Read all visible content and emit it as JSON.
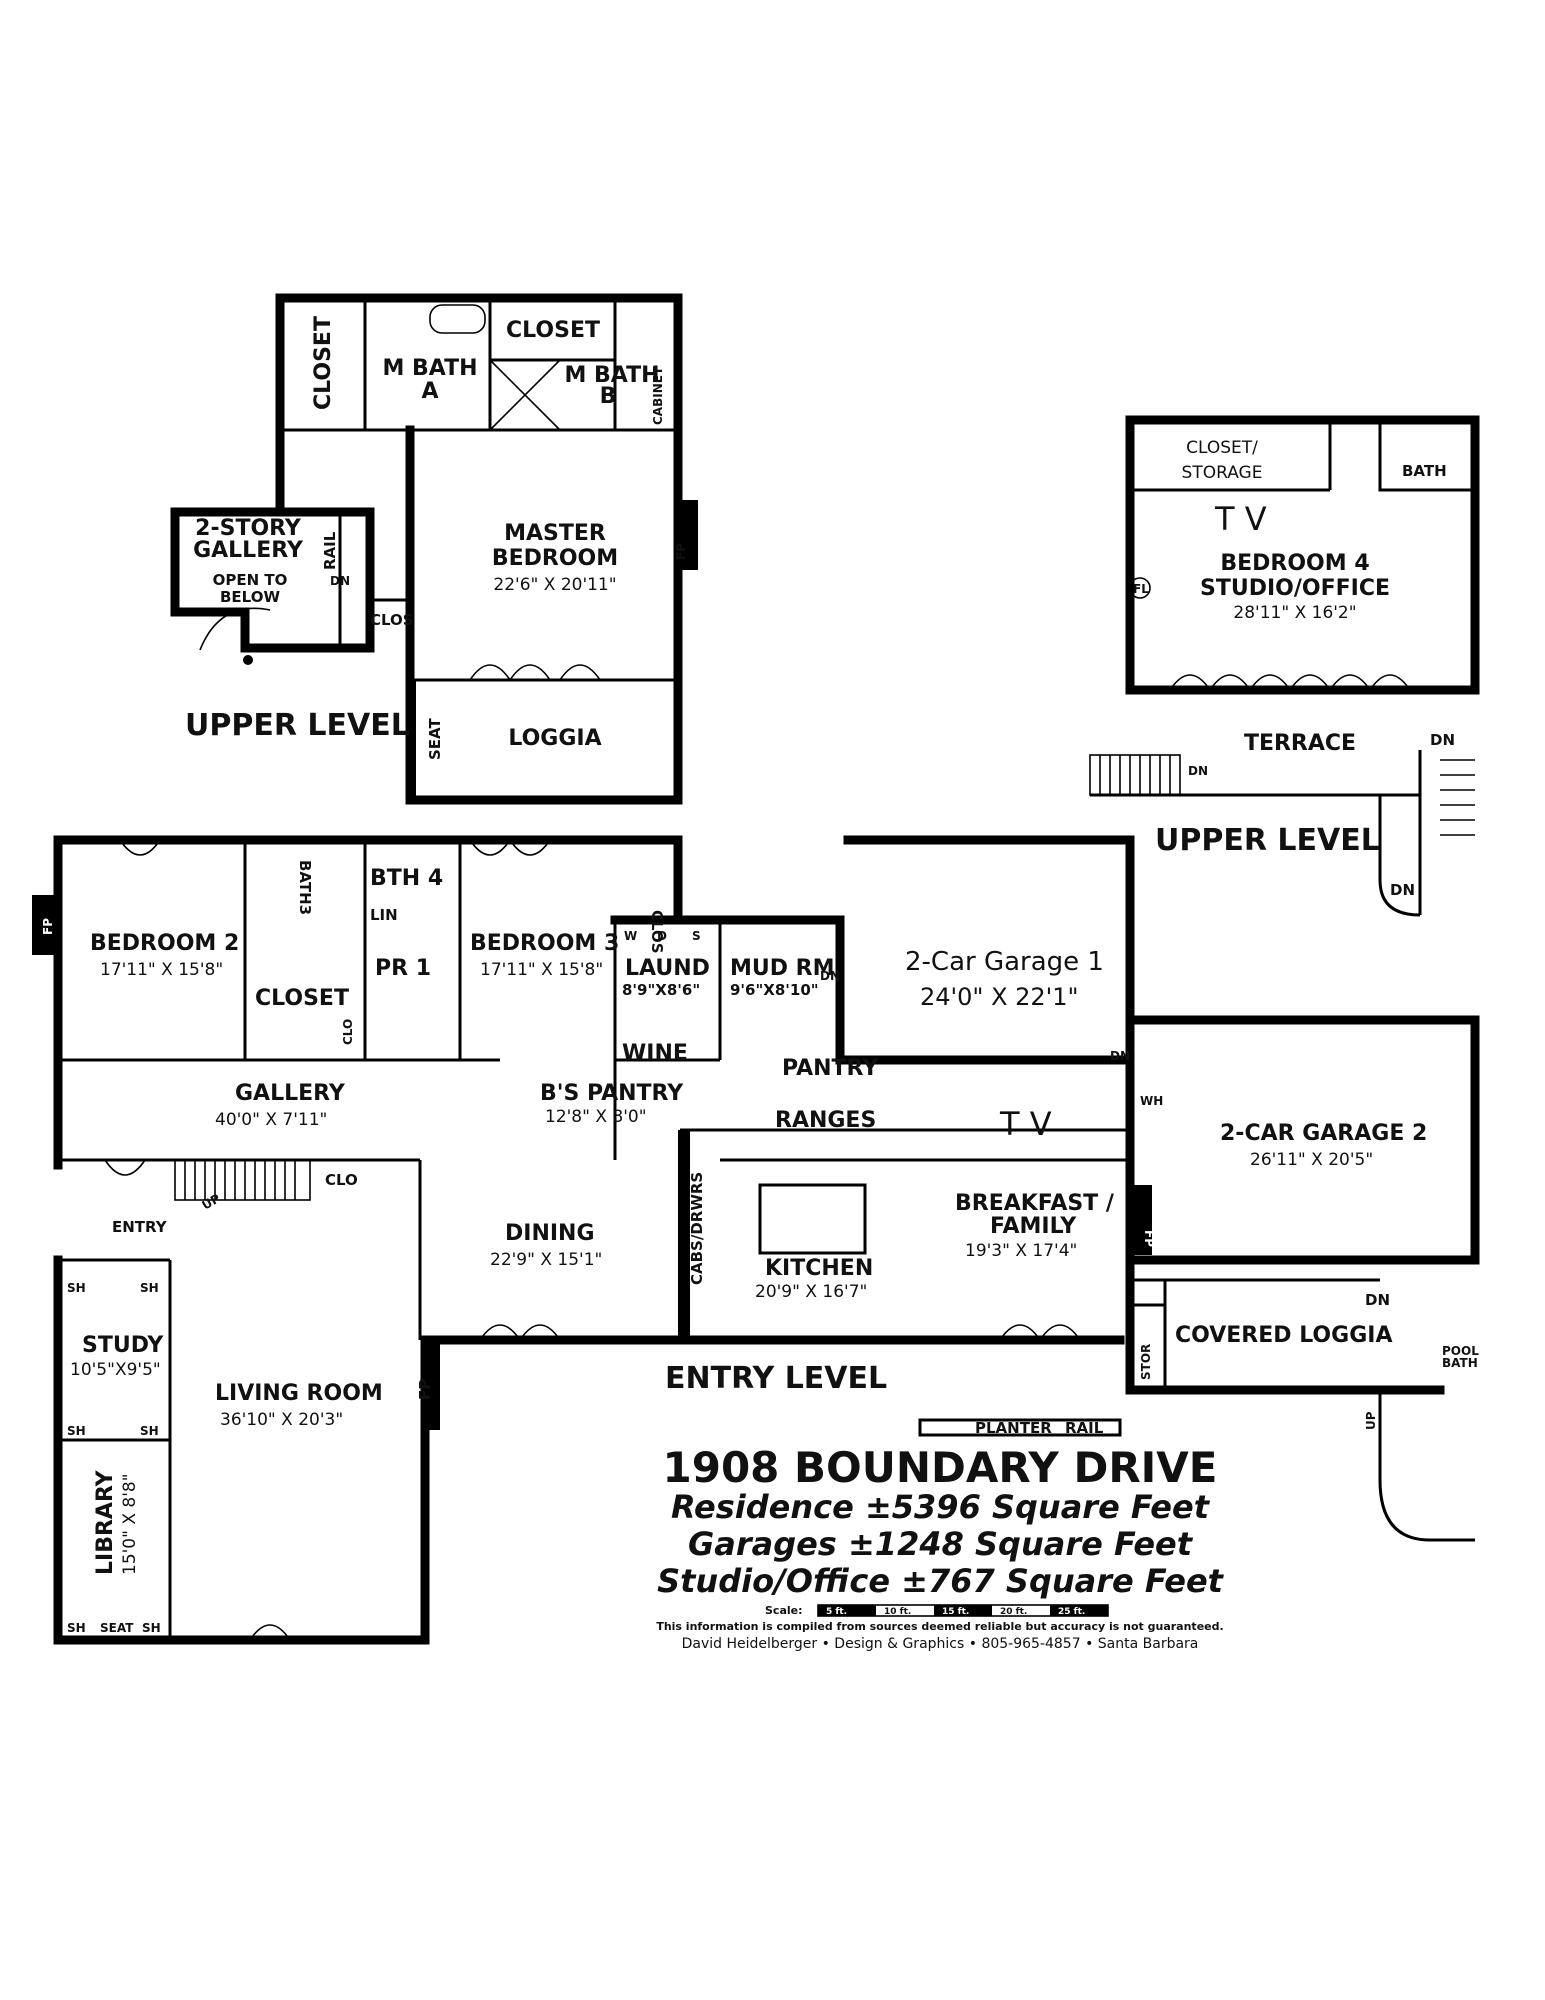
{
  "rooms": {
    "closet_upper_left": "CLOSET",
    "m_bath_a": [
      "M BATH",
      "A"
    ],
    "closet_top": "CLOSET",
    "m_bath_b": [
      "M BATH",
      "B"
    ],
    "cabinet": "CABINET",
    "gallery_2story": [
      "2-STORY",
      "GALLERY"
    ],
    "open_to_below": [
      "OPEN TO",
      "BELOW"
    ],
    "rail": "RAIL",
    "dn": "DN",
    "clos": "CLOS",
    "master_bedroom": {
      "name": [
        "MASTER",
        "BEDROOM"
      ],
      "dim": "22'6\" X 20'11\""
    },
    "fp": "FP",
    "seat": "SEAT",
    "loggia": "LOGGIA",
    "closet_storage": [
      "CLOSET/",
      "STORAGE"
    ],
    "bath": "BATH",
    "tv": "T V",
    "bedroom4": {
      "name": [
        "BEDROOM 4",
        "STUDIO/OFFICE"
      ],
      "dim": "28'11\" X 16'2\""
    },
    "fl": "FL",
    "terrace": "TERRACE",
    "bedroom2": {
      "name": "BEDROOM 2",
      "dim": "17'11\" X 15'8\""
    },
    "bath3": "BATH3",
    "bth4": "BTH 4",
    "lin": "LIN",
    "pr1": "PR 1",
    "closet_mid": "CLOSET",
    "clo": "CLO",
    "bedroom3": {
      "name": "BEDROOM 3",
      "dim": "17'11\" X 15'8\""
    },
    "laund": {
      "name": "LAUND",
      "dim": "8'9\"X8'6\""
    },
    "wds": [
      "W",
      "D",
      "S"
    ],
    "mud_rm": {
      "name": "MUD RM",
      "dim": "9'6\"X8'10\""
    },
    "garage1": {
      "name": "2-Car Garage 1",
      "dim": "24'0\" X 22'1\""
    },
    "wine": "WINE",
    "pantry": "PANTRY",
    "ranges": "RANGES",
    "gallery": {
      "name": "GALLERY",
      "dim": "40'0\" X 7'11\""
    },
    "bs_pantry": {
      "name": "B'S PANTRY",
      "dim": "12'8\" X 8'0\""
    },
    "wh": "WH",
    "garage2": {
      "name": "2-CAR GARAGE 2",
      "dim": "26'11\" X 20'5\""
    },
    "up": "UP",
    "entry": "ENTRY",
    "dining": {
      "name": "DINING",
      "dim": "22'9\" X 15'1\""
    },
    "cabs_drwrs": "CABS/DRWRS",
    "kitchen": {
      "name": "KITCHEN",
      "dim": "20'9\" X 16'7\""
    },
    "breakfast": {
      "name": [
        "BREAKFAST /",
        "FAMILY"
      ],
      "dim": "19'3\" X 17'4\""
    },
    "covered_loggia": "COVERED LOGGIA",
    "stor": "STOR",
    "pool_bath": [
      "POOL",
      "BATH"
    ],
    "sh": "SH",
    "study": {
      "name": "STUDY",
      "dim": "10'5\"X9'5\""
    },
    "living_room": {
      "name": "LIVING ROOM",
      "dim": "36'10\" X 20'3\""
    },
    "library": {
      "name": "LIBRARY",
      "dim": "15'0\" X 8'8\""
    },
    "planter": "PLANTER",
    "rail2": "RAIL"
  },
  "levels": {
    "upper_left": "UPPER LEVEL",
    "upper_right": "UPPER LEVEL",
    "entry": "ENTRY LEVEL"
  },
  "title": {
    "address": "1908 BOUNDARY DRIVE",
    "residence": "Residence ±5396 Square Feet",
    "garages": "Garages ±1248 Square Feet",
    "studio": "Studio/Office ±767 Square Feet",
    "scale_label": "Scale:",
    "scale_ticks": [
      "5 ft.",
      "10 ft.",
      "15 ft.",
      "20 ft.",
      "25 ft."
    ],
    "disclaimer": "This information is compiled from sources deemed reliable but accuracy is not guaranteed.",
    "credit": "David Heidelberger • Design & Graphics • 805-965-4857 • Santa Barbara"
  }
}
